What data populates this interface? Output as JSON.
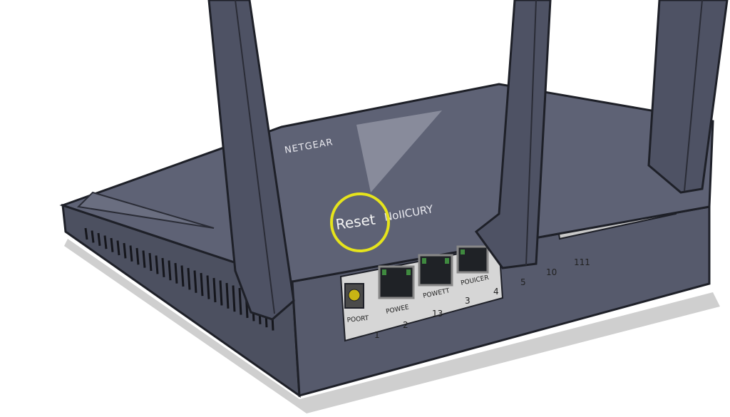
{
  "illustration": {
    "brand": "NETGEAR",
    "reset_label": "Reset",
    "model_label": "NoIICURY",
    "ports": [
      {
        "label": "POORT",
        "number": "1"
      },
      {
        "label": "POWEE",
        "number": "2"
      },
      {
        "label": "POWETT",
        "number": "13"
      },
      {
        "label": "POUICER",
        "number": "3"
      }
    ],
    "extra_numbers": [
      "4",
      "5",
      "10",
      "111"
    ]
  },
  "colors": {
    "body": "#5a5e70",
    "body_dark": "#464a5a",
    "outline": "#1e2028",
    "highlight_circle": "#e6e41c",
    "port_green": "#3f8a3f",
    "panel": "#d6d6d6"
  }
}
